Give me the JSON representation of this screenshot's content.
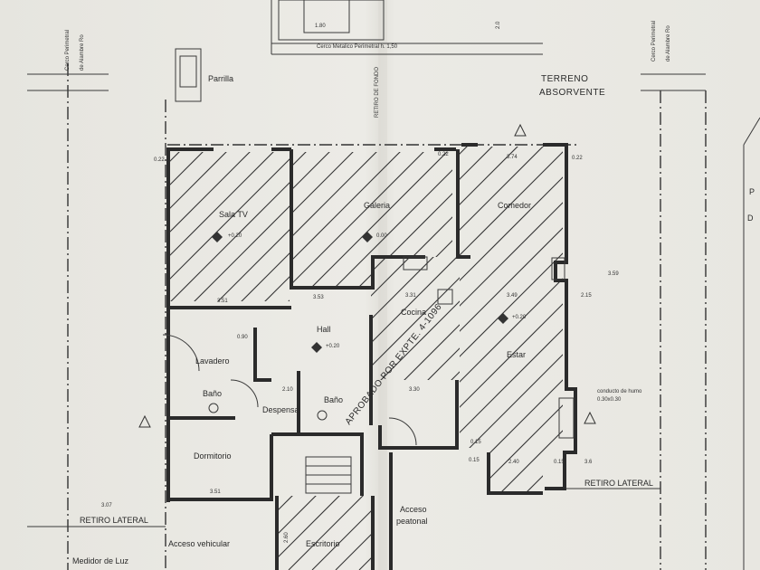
{
  "top": {
    "cerco_metalico": "Cerco Metalico Perimetral h. 1,50",
    "cerco_left": "Cerco Perimetral",
    "cerco_left_2": "de Alambre Ro",
    "cerco_right": "Cerco Perimetral",
    "cerco_right_2": "de Alambre Ro",
    "terreno": "TERRENO",
    "absorvente": "ABSORVENTE",
    "parrilla": "Parrilla",
    "retiro_fondo": "RETIRO DE FONDO"
  },
  "rooms": {
    "sala_tv": "Sala TV",
    "galeria": "Galeria",
    "comedor": "Comedor",
    "hall": "Hall",
    "cocina": "Cocina",
    "estar": "Estar",
    "lavadero": "Lavadero",
    "bano_1": "Baño",
    "bano_2": "Baño",
    "despensa": "Despensa",
    "dormitorio": "Dormitorio",
    "escritorio": "Escritorio",
    "acceso_vehicular": "Acceso vehicular",
    "acceso_peatonal_1": "Acceso",
    "acceso_peatonal_2": "peatonal"
  },
  "labels": {
    "retiro_lateral_left": "RETIRO LATERAL",
    "retiro_lateral_right": "RETIRO LATERAL",
    "medidor": "Medidor de Luz",
    "conducto_1": "conducto de humo",
    "conducto_2": "0.30x0.30",
    "stamp": "APROBADO POR EXPTE. 4-1096"
  },
  "levels": {
    "sala_tv": "+0.20",
    "galeria": "0.00",
    "hall": "+0.20",
    "estar": "+0.20"
  },
  "dims": {
    "d_307": "3.07",
    "d_36": "3.6",
    "d_359": "3.59",
    "d_351_a": "3.51",
    "d_351_b": "3.51",
    "d_353": "3.53",
    "d_331": "3.31",
    "d_349": "3.49",
    "d_330": "3.30",
    "d_374": "3.74",
    "d_240": "2.40",
    "d_215": "2.15",
    "d_022_a": "0.22",
    "d_022_b": "0.22",
    "d_022_c": "0.22",
    "d_015_a": "0.15",
    "d_015_b": "0.15",
    "d_015_c": "0.15",
    "d_090": "0.90",
    "d_210": "2.10",
    "d_260": "2.60",
    "d_180": "1.80",
    "d_20": "2.0"
  }
}
